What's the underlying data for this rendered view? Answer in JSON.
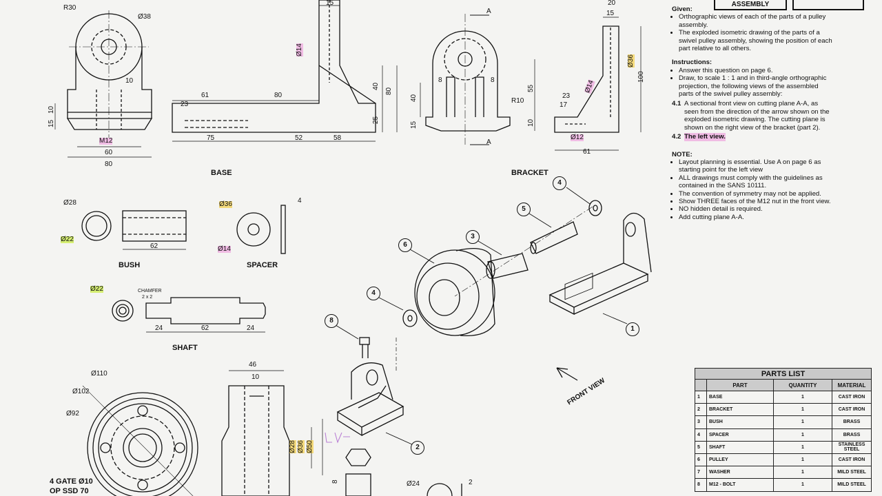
{
  "given": {
    "heading": "Given:",
    "items": [
      "Orthographic views of each of the parts of a pulley assembly.",
      "The exploded isometric drawing of the parts of a swivel pulley assembly, showing the position of each part relative to all others."
    ]
  },
  "header_box": "ASSEMBLY",
  "instructions": {
    "heading": "Instructions:",
    "items": [
      "Answer this question on page 6.",
      "Draw, to scale 1 : 1 and in third-angle orthographic projection, the following views of the assembled parts of the swivel pulley assembly:"
    ],
    "q41_num": "4.1",
    "q41_text": "A sectional front view on cutting plane A-A, as seen from the direction of the arrow shown on the exploded isometric drawing. The cutting plane is shown on the right view of the bracket (part 2).",
    "q42_num": "4.2",
    "q42_text": "The left view."
  },
  "note": {
    "heading": "NOTE:",
    "items": [
      "Layout planning is essential. Use A on page 6 as starting point for the left view",
      "ALL drawings must comply with the guidelines as contained in the SANS 10111.",
      "The convention of symmetry may not be applied.",
      "Show THREE faces of the M12 nut in the front view.",
      "NO hidden detail is required.",
      "Add cutting plane A-A."
    ]
  },
  "parts_list": {
    "title": "PARTS LIST",
    "columns": [
      "PART",
      "QUANTITY",
      "MATERIAL"
    ],
    "rows": [
      {
        "no": "1",
        "part": "BASE",
        "qty": "1",
        "material": "CAST IRON"
      },
      {
        "no": "2",
        "part": "BRACKET",
        "qty": "1",
        "material": "CAST IRON"
      },
      {
        "no": "3",
        "part": "BUSH",
        "qty": "1",
        "material": "BRASS"
      },
      {
        "no": "4",
        "part": "SPACER",
        "qty": "1",
        "material": "BRASS"
      },
      {
        "no": "5",
        "part": "SHAFT",
        "qty": "1",
        "material": "STAINLESS STEEL"
      },
      {
        "no": "6",
        "part": "PULLEY",
        "qty": "1",
        "material": "CAST IRON"
      },
      {
        "no": "7",
        "part": "WASHER",
        "qty": "1",
        "material": "MILD STEEL"
      },
      {
        "no": "8",
        "part": "M12 - BOLT",
        "qty": "1",
        "material": "MILD STEEL"
      }
    ]
  },
  "view_labels": {
    "base": "BASE",
    "bracket": "BRACKET",
    "bush": "BUSH",
    "spacer": "SPACER",
    "shaft": "SHAFT",
    "front_view": "FRONT VIEW",
    "chamfer": "CHAMFER",
    "chamfer_size": "2 x 2",
    "section_a": "A",
    "handwritten": "LV",
    "gate_1": "4 GATE Ø10",
    "gate_2": "OP SSD 70"
  },
  "dims": {
    "r30": "R30",
    "d38": "Ø38",
    "base_10a": "10",
    "base_10b": "10",
    "base_15": "15",
    "m12": "M12",
    "base_60": "60",
    "base_80w": "80",
    "b15": "15",
    "b_d14": "Ø14",
    "b61": "61",
    "b80": "80",
    "b23": "23",
    "b40": "40",
    "b80v": "80",
    "b25": "25",
    "b75": "75",
    "b52": "52",
    "b58": "58",
    "br40": "40",
    "br8a": "8",
    "br8b": "8",
    "br55": "55",
    "br15": "15",
    "br10": "10",
    "br_r10": "R10",
    "s20": "20",
    "s15": "15",
    "s_d36": "Ø36",
    "s100": "100",
    "s_d14": "Ø14",
    "s23": "23",
    "s17": "17",
    "s_d12": "Ø12",
    "s61": "61",
    "bush_d28": "Ø28",
    "bush_d22": "Ø22",
    "bush_62": "62",
    "sp_d36": "Ø36",
    "sp_4": "4",
    "sp_d14": "Ø14",
    "sh_d22": "Ø22",
    "sh_24a": "24",
    "sh_62": "62",
    "sh_24b": "24",
    "p_d110": "Ø110",
    "p_d102": "Ø102",
    "p_d92": "Ø92",
    "p_46": "46",
    "p_10": "10",
    "p_d28": "Ø28",
    "p_d36": "Ø36",
    "p_d50": "Ø50",
    "nut_8": "8",
    "w_d24": "Ø24",
    "w_2": "2"
  },
  "balloons": [
    "1",
    "2",
    "3",
    "4",
    "4",
    "5",
    "6",
    "8"
  ],
  "colors": {
    "pink": "#eb78d2",
    "yellow": "#f5cd3c",
    "green": "#c8eb3c",
    "paper": "#f4f4f2"
  }
}
